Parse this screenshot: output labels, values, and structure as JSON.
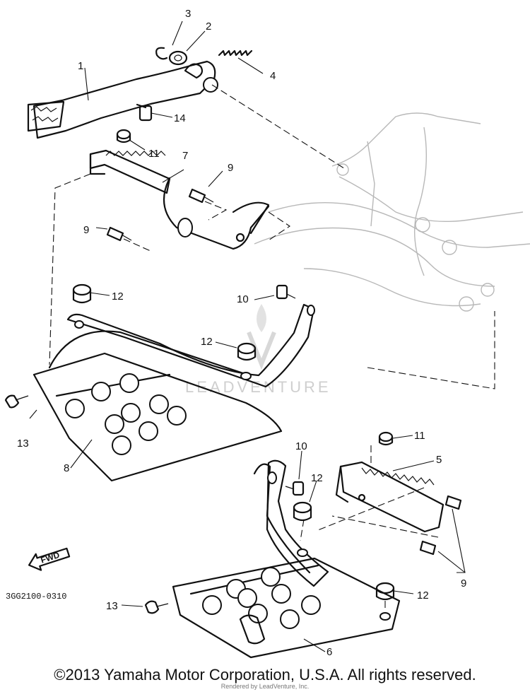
{
  "diagram": {
    "part_numbers": [
      "1",
      "2",
      "3",
      "4",
      "5",
      "6",
      "7",
      "8",
      "9",
      "10",
      "11",
      "12",
      "13",
      "14"
    ],
    "callouts": {
      "c1": "1",
      "c2": "2",
      "c3": "3",
      "c4": "4",
      "c5": "5",
      "c6": "6",
      "c7": "7",
      "c8": "8",
      "c9a": "9",
      "c9b": "9",
      "c9c": "9",
      "c10a": "10",
      "c10b": "10",
      "c11a": "11",
      "c11b": "11",
      "c12a": "12",
      "c12b": "12",
      "c12c": "12",
      "c12d": "12",
      "c13a": "13",
      "c13b": "13",
      "c14": "14"
    },
    "fwd_label": "FWD",
    "doc_code": "3GG2100-0310",
    "watermark": "LEADVENTURE"
  },
  "footer": {
    "copyright": "©2013 Yamaha Motor Corporation, U.S.A. All rights reserved.",
    "rendered_by": "Rendered by LeadVenture, Inc."
  },
  "colors": {
    "ink": "#111111",
    "frame": "#b8b8b8",
    "watermark": "#cfcfcf",
    "background": "#ffffff"
  }
}
